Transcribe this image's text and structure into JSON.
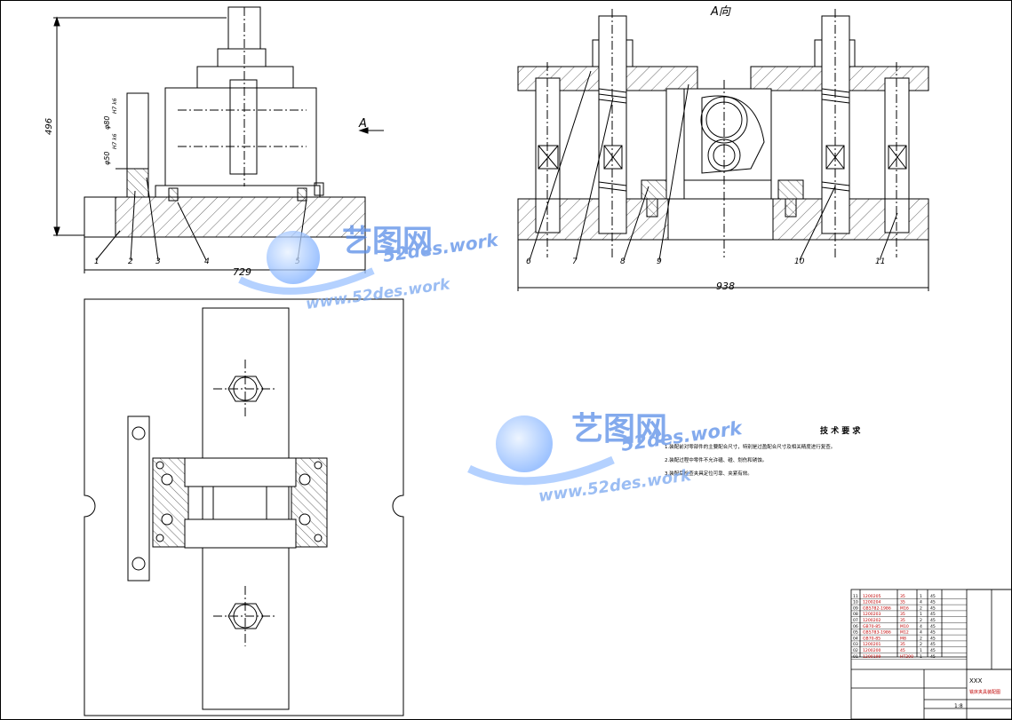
{
  "views": {
    "view_label": "A",
    "section_label": "A向",
    "front_dims": {
      "height": "496",
      "width": "729",
      "hole_small": "φ50",
      "hole_large": "φ80",
      "fit_small": "H7 k6",
      "fit_large": "H7 k6"
    },
    "side_dims": {
      "width": "938"
    },
    "front_part_numbers": [
      "1",
      "2",
      "3",
      "4",
      "5"
    ],
    "side_part_numbers": [
      "6",
      "7",
      "8",
      "9",
      "10",
      "11"
    ]
  },
  "technical_requirements": {
    "title": "技 术 要 求",
    "items": [
      "1.装配前对零部件的主要配合尺寸，特别是过盈配合尺寸及相关精度进行复查。",
      "2.装配过程中零件不允许磕、碰、划伤和锈蚀。",
      "3.装配后检查夹具定位可靠、夹紧有效。"
    ]
  },
  "bom": {
    "rows": [
      {
        "no": "11",
        "code": "1200205",
        "material": "35",
        "qty": "1",
        "weight": "45"
      },
      {
        "no": "10",
        "code": "1200204",
        "material": "35",
        "qty": "4",
        "weight": "45"
      },
      {
        "no": "09",
        "code": "GB5782-1986",
        "material": "M16",
        "qty": "2",
        "weight": "45"
      },
      {
        "no": "08",
        "code": "1200203",
        "material": "35",
        "qty": "1",
        "weight": "45"
      },
      {
        "no": "07",
        "code": "1200202",
        "material": "35",
        "qty": "2",
        "weight": "45"
      },
      {
        "no": "06",
        "code": "GB70-85",
        "material": "M10",
        "qty": "4",
        "weight": "45"
      },
      {
        "no": "05",
        "code": "GB5783-1986",
        "material": "M12",
        "qty": "4",
        "weight": "45"
      },
      {
        "no": "04",
        "code": "GB70-85",
        "material": "M8",
        "qty": "2",
        "weight": "45"
      },
      {
        "no": "03",
        "code": "1200201",
        "material": "35",
        "qty": "2",
        "weight": "45"
      },
      {
        "no": "02",
        "code": "1200200",
        "material": "45",
        "qty": "1",
        "weight": "45"
      },
      {
        "no": "01",
        "code": "1200199",
        "material": "HT200",
        "qty": "1",
        "weight": "45"
      }
    ]
  },
  "title_block": {
    "company": "XXX",
    "drawing_name": "铣床夹具装配图",
    "scale": "1:8"
  },
  "watermark": {
    "brand": "艺图网",
    "domain_a": "52des.work",
    "domain_b": "www.52des.work"
  }
}
